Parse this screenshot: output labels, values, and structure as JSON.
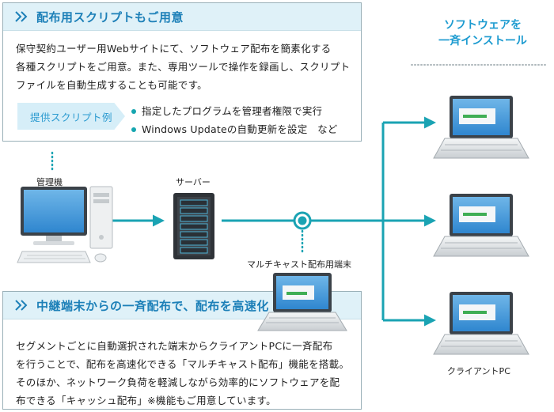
{
  "top_panel": {
    "title": "配布用スクリプトもご用意",
    "body": "保守契約ユーザー用Webサイトにて、ソフトウェア配布を簡素化する\n各種スクリプトをご用意。また、専用ツールで操作を録画し、スクリプト\nファイルを自動生成することも可能です。",
    "example_label": "提供スクリプト例",
    "examples": [
      "指定したプログラムを管理者権限で実行",
      "Windows Updateの自動更新を設定　など"
    ]
  },
  "bottom_panel": {
    "title": "中継端末からの一斉配布で、配布を高速化",
    "body": "セグメントごとに自動選択された端末からクライアントPCに一斉配布\nを行うことで、配布を高速化できる「マルチキャスト配布」機能を搭載。\nそのほか、ネットワーク負荷を軽減しながら効率的にソフトウェアを配\n布できる「キャッシュ配布」※機能もご用意しています。"
  },
  "diagram": {
    "admin_label": "管理機",
    "server_label": "サーバー",
    "multicast_label": "マルチキャスト配布用端末",
    "client_label": "クライアントPC",
    "install_title": "ソフトウェアを\n一斉インストール"
  },
  "colors": {
    "accent_teal": "#1aa3b3",
    "title_blue": "#1d80b8",
    "panel_head_bg": "#dff1f8",
    "tag_bg": "#d6eef8"
  }
}
